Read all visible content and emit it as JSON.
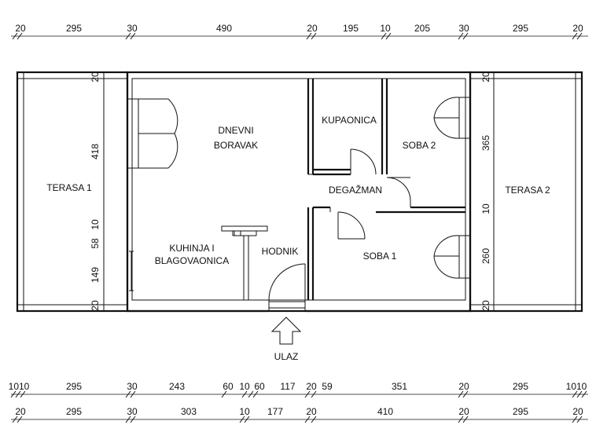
{
  "rooms": {
    "terasa1": "TERASA 1",
    "terasa2": "TERASA 2",
    "dnevni1": "DNEVNI",
    "dnevni2": "BORAVAK",
    "kupaonica": "KUPAONICA",
    "soba2": "SOBA 2",
    "degazman": "DEGAŽMAN",
    "kuhinja1": "KUHINJA I",
    "kuhinja2": "BLAGOVAONICA",
    "hodnik": "HODNIK",
    "soba1": "SOBA 1"
  },
  "entrance": "ULAZ",
  "top_dims": [
    "20",
    "295",
    "30",
    "490",
    "20",
    "195",
    "10",
    "205",
    "30",
    "295",
    "20"
  ],
  "bottom_dims_1": [
    "1010",
    "295",
    "30",
    "243",
    "60",
    "10",
    "60",
    "117",
    "20",
    "59",
    "351",
    "20",
    "295",
    "1010"
  ],
  "bottom_dims_2": [
    "20",
    "295",
    "30",
    "303",
    "10",
    "177",
    "20",
    "410",
    "20",
    "295",
    "20"
  ],
  "left_dims": [
    "20",
    "418",
    "10",
    "58",
    "149",
    "20"
  ],
  "right_dims": [
    "20",
    "365",
    "10",
    "260",
    "20"
  ]
}
